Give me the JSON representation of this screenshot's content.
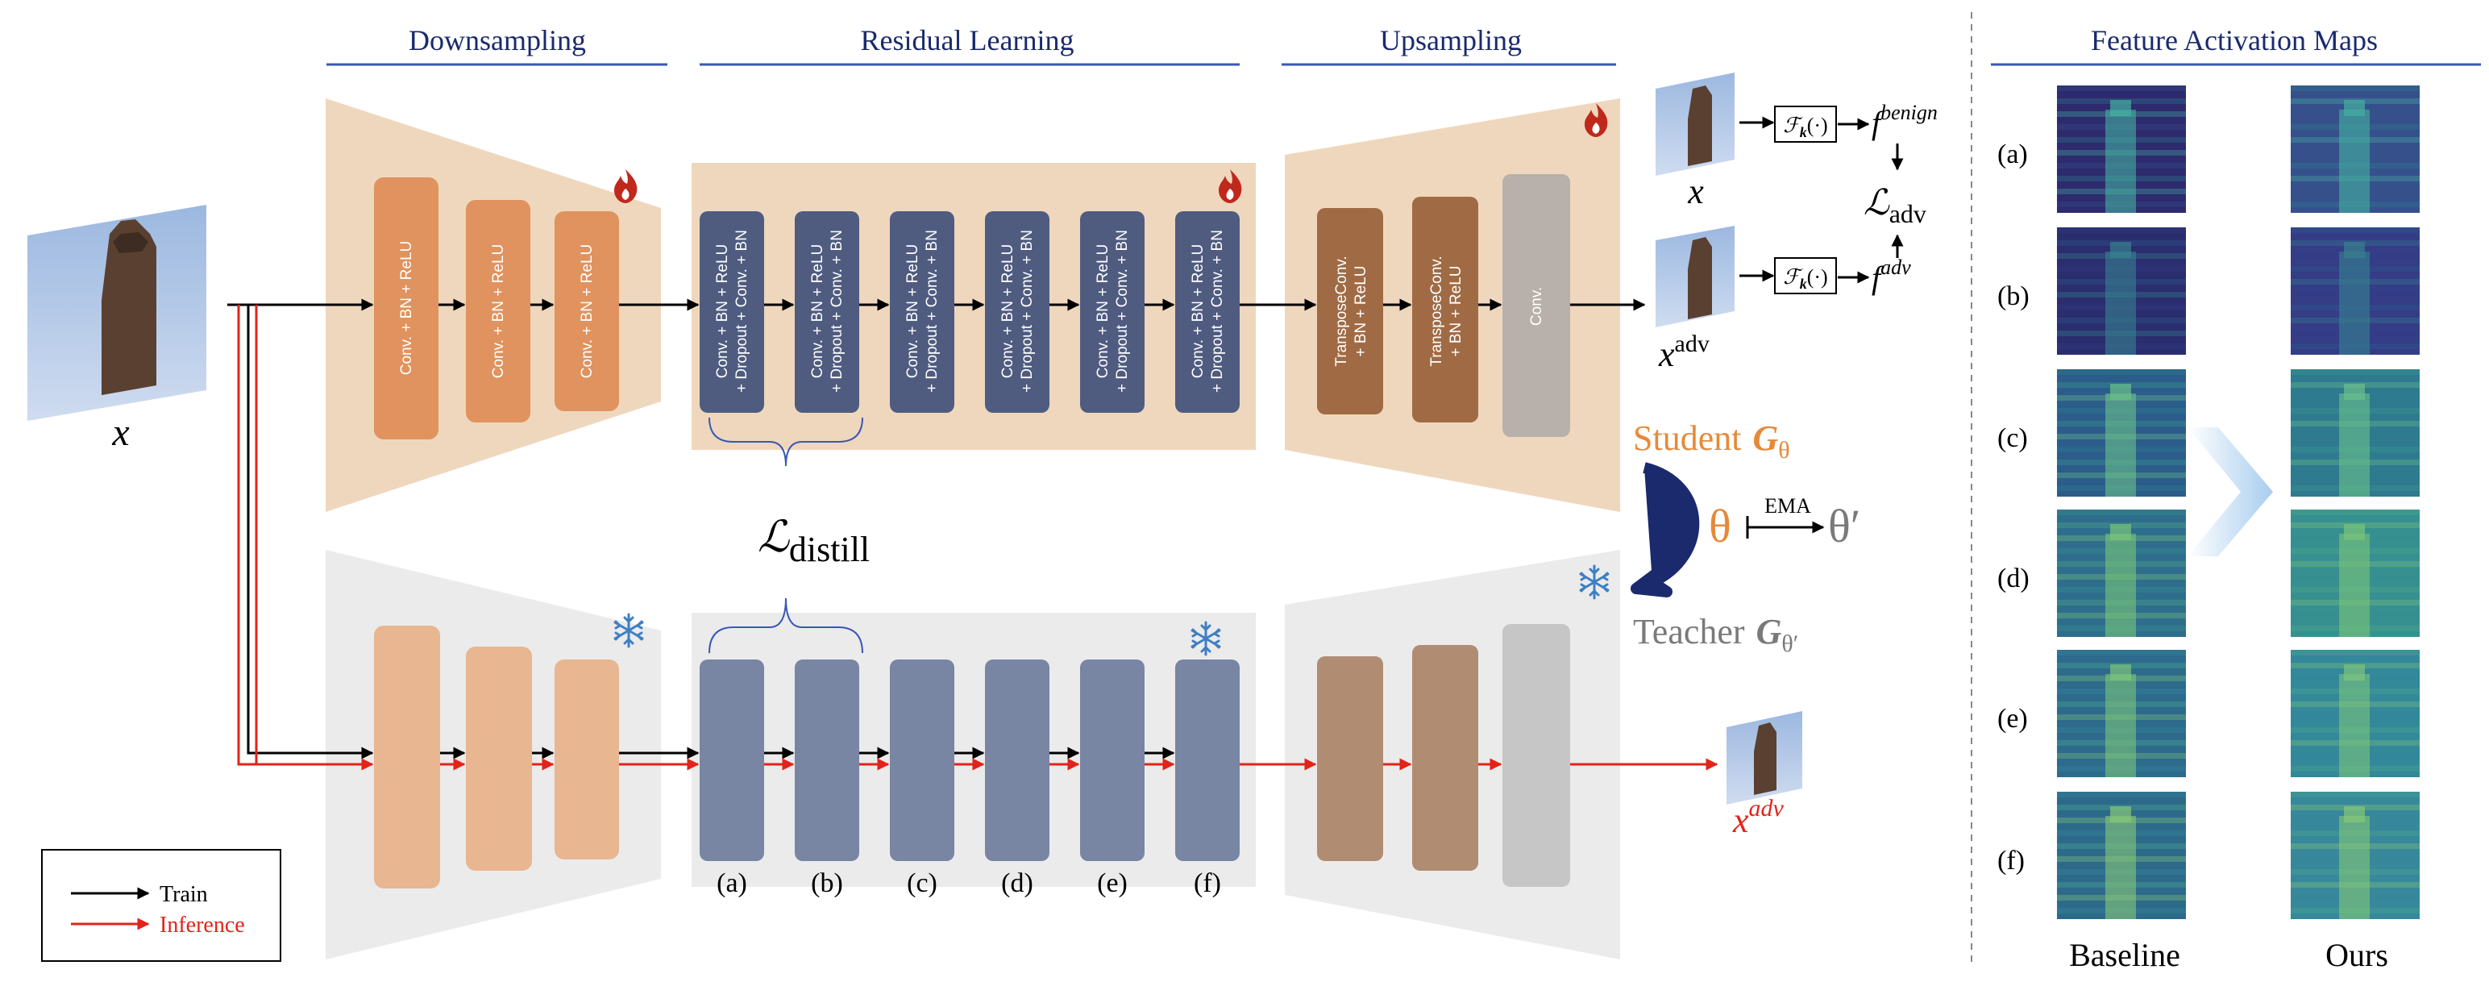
{
  "sections": {
    "downsampling": "Downsampling",
    "residual": "Residual Learning",
    "upsampling": "Upsampling",
    "feature_maps": "Feature Activation Maps"
  },
  "student": {
    "down_blocks": [
      "Conv. + BN + ReLU",
      "Conv. + BN + ReLU",
      "Conv. + BN + ReLU"
    ],
    "res_blocks": [
      [
        "Conv. + BN + ReLU",
        "+ Dropout + Conv. + BN"
      ],
      [
        "Conv. + BN + ReLU",
        "+ Dropout + Conv. + BN"
      ],
      [
        "Conv. + BN + ReLU",
        "+ Dropout + Conv. + BN"
      ],
      [
        "Conv. + BN + ReLU",
        "+ Dropout + Conv. + BN"
      ],
      [
        "Conv. + BN + ReLU",
        "+ Dropout + Conv. + BN"
      ],
      [
        "Conv. + BN + ReLU",
        "+ Dropout + Conv. + BN"
      ]
    ],
    "up_blocks": [
      [
        "TransposeConv.",
        "+ BN + ReLU"
      ],
      [
        "TransposeConv.",
        "+ BN + ReLU"
      ],
      [
        "Conv."
      ]
    ]
  },
  "teacher": {
    "res_labels": [
      "(a)",
      "(b)",
      "(c)",
      "(d)",
      "(e)",
      "(f)"
    ]
  },
  "labels": {
    "input_x": "x",
    "distill_L": "ℒ",
    "distill_sub": "distill",
    "student": "Student",
    "student_G": "G",
    "student_theta": "θ",
    "teacher": "Teacher",
    "teacher_G": "G",
    "teacher_theta": "θ′",
    "theta": "θ",
    "ema": "EMA",
    "theta_prime": "θ′",
    "output_adv": "x",
    "output_adv_sup": "adv"
  },
  "right_flow": {
    "x": "x",
    "x_adv": "x",
    "x_adv_sup": "adv",
    "fk": "ℱ",
    "fk_sub": "k",
    "fk_arg": "(·)",
    "f_benign": "f",
    "f_benign_sup": "benign",
    "f_adv": "f",
    "f_adv_sup": "adv",
    "L_adv": "ℒ",
    "L_adv_sub": "adv"
  },
  "legend": {
    "train": "Train",
    "inference": "Inference"
  },
  "feature_maps": {
    "rows": [
      "(a)",
      "(b)",
      "(c)",
      "(d)",
      "(e)",
      "(f)"
    ],
    "baseline": "Baseline",
    "ours": "Ours"
  },
  "colors": {
    "accent_line": "#3a57b5",
    "student_panel": "#efd7bd",
    "teacher_panel": "#ebebeb",
    "down_block": "#e0935e",
    "res_block": "#4f5c80",
    "up_block": "#a06b44",
    "conv_gray": "#b8b0aa",
    "train_arrow": "#000000",
    "inference_arrow": "#e2231a",
    "student_text": "#e58a3a",
    "teacher_text": "#7a7a7a",
    "fire": "#c0281c",
    "snow": "#3d7fc4"
  },
  "icons": {
    "fire": "fire-icon",
    "snow": "snowflake-icon",
    "chevron": "chevron-right-icon"
  }
}
